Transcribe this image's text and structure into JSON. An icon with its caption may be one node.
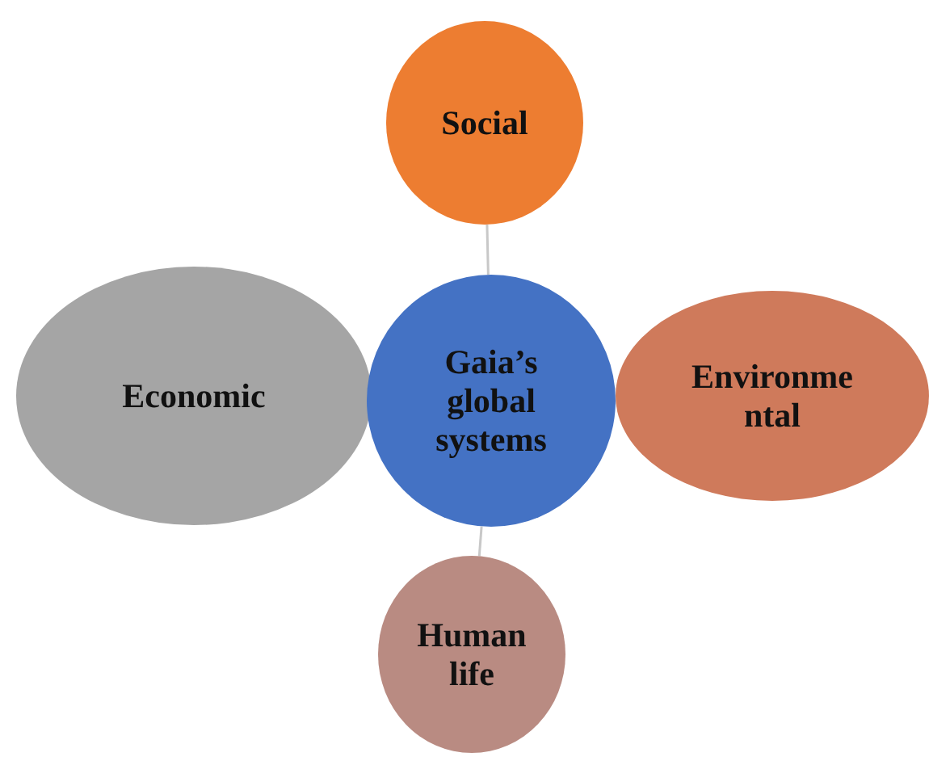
{
  "diagram": {
    "nodes": [
      {
        "text": [
          "Social"
        ]
      },
      {
        "text": [
          "Economic"
        ]
      },
      {
        "text": [
          "Gaia’s global systems"
        ]
      },
      {
        "text": [
          "Environmental"
        ]
      },
      {
        "text": [
          "Human life"
        ]
      }
    ],
    "edges": [
      {
        "from": 2,
        "to": 0,
        "arrow": "none"
      },
      {
        "from": 2,
        "to": 4,
        "arrow": "none"
      }
    ]
  }
}
